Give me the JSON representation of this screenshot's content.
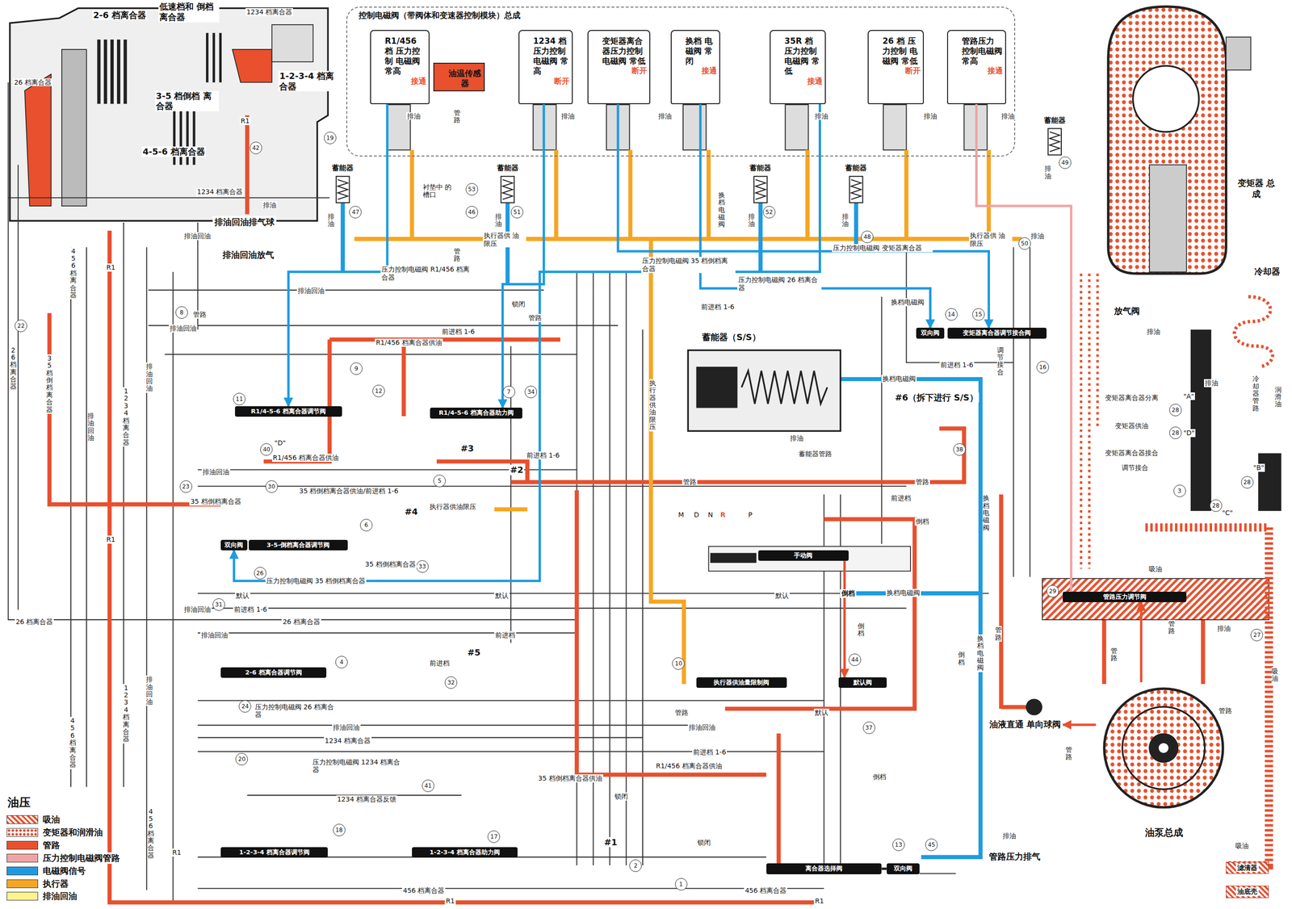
{
  "diagram": {
    "nodes": [
      {
        "text": [
          "控制电磁阀（带阀体和变速器控制模块）总成"
        ]
      },
      {
        "text": [
          "R1/456 档 压力控制 电磁阀 常高",
          "接通"
        ],
        "in": 0
      },
      {
        "text": [
          "油温传感器"
        ],
        "in": 0
      },
      {
        "text": [
          "1234 档 压力控制 电磁阀 常高",
          "断开"
        ],
        "in": 0
      },
      {
        "text": [
          "变矩器离合 器压力控制 电磁阀 常低",
          "断开"
        ],
        "in": 0
      },
      {
        "text": [
          "换档 电磁阀 常闭",
          "接通"
        ],
        "in": 0
      },
      {
        "text": [
          "35R 档 压力控制 电磁阀 常低",
          "接通"
        ],
        "in": 0
      },
      {
        "text": [
          "26 档 压力控制 电磁阀 常低",
          "断开"
        ],
        "in": 0
      },
      {
        "text": [
          "管路压力 控制电磁阀 常高",
          "接通"
        ],
        "in": 0
      },
      {
        "text": [
          "蓄能器"
        ]
      },
      {
        "text": [
          "蓄能器"
        ]
      },
      {
        "text": [
          "蓄能器"
        ]
      },
      {
        "text": [
          "蓄能器"
        ]
      },
      {
        "text": [
          "蓄能器"
        ]
      },
      {
        "text": [
          "蓄能器（S/S）"
        ]
      },
      {
        "text": [
          "R1/4-5-6 档离合器调节阀"
        ]
      },
      {
        "text": [
          "R1/4-5-6 档离合器助力阀"
        ]
      },
      {
        "text": [
          "双向阀"
        ]
      },
      {
        "text": [
          "变矩器离合器调节接合阀"
        ]
      },
      {
        "text": [
          "双向阀"
        ]
      },
      {
        "text": [
          "3-5-倒档离合器调节阀"
        ]
      },
      {
        "text": [
          "2-6 档离合器调节阀"
        ]
      },
      {
        "text": [
          "执行器供油量限制阀"
        ]
      },
      {
        "text": [
          "手动阀"
        ]
      },
      {
        "text": [
          "默认阀"
        ]
      },
      {
        "text": [
          "1-2-3-4 档离合器调节阀"
        ]
      },
      {
        "text": [
          "1-2-3-4 档离合器助力阀"
        ]
      },
      {
        "text": [
          "离合器选择阀"
        ]
      },
      {
        "text": [
          "双向阀"
        ]
      },
      {
        "text": [
          "管路压力调节阀"
        ]
      },
      {
        "text": [
          "油泵总成"
        ]
      },
      {
        "text": [
          "油液直通 单向球阀"
        ]
      },
      {
        "text": [
          "管路压力排气"
        ]
      },
      {
        "text": [
          "滤清器"
        ]
      },
      {
        "text": [
          "油底壳"
        ]
      },
      {
        "text": [
          "变矩器 总成"
        ]
      },
      {
        "text": [
          "冷却器"
        ]
      },
      {
        "text": [
          "放气阀"
        ]
      },
      {
        "text": [
          "排油回油排气球"
        ]
      },
      {
        "text": [
          "排油回油放气"
        ]
      }
    ],
    "edges": [
      {
        "from": 8,
        "to": 29,
        "arrow": "none"
      },
      {
        "from": 30,
        "to": 29,
        "arrow": "to"
      },
      {
        "from": 30,
        "to": 31,
        "arrow": "to"
      },
      {
        "from": 5,
        "to": 17,
        "arrow": "to"
      },
      {
        "from": 1,
        "to": 15,
        "arrow": "to"
      },
      {
        "from": 3,
        "to": 16,
        "arrow": "to"
      },
      {
        "from": 6,
        "to": 19,
        "arrow": "to"
      },
      {
        "from": 4,
        "to": 18,
        "arrow": "to"
      },
      {
        "from": 27,
        "to": 28,
        "arrow": "none"
      },
      {
        "from": 23,
        "to": 24,
        "arrow": "to",
        "label": "倒档"
      }
    ],
    "labels": [
      "2-6 档离合器",
      "低速档和 倒档离合器",
      "1234 档离合器",
      "3-5 档倒档 离合器",
      "4-5-6 档离合器",
      "1-2-3-4 档离合器",
      "26 档离合器",
      "19",
      "42",
      "R1",
      "1234 档离合器",
      "排油",
      "排油回油",
      "22",
      "26 档离合器",
      "35 档倒档离合器",
      "456 档离合器",
      "1234 档离合器",
      "R1",
      "排油回油",
      "排油回油",
      "管路",
      "8",
      "排油回油",
      "锁闭",
      "管路",
      "前进档 1-6",
      "R1/456 档离合器供油",
      "9",
      "12",
      "11",
      "40",
      "\"D\"",
      "R1/456 档离合器供油",
      "7",
      "34",
      "衬垫中 的槽口",
      "53",
      "46",
      "47",
      "51",
      "52",
      "48",
      "50",
      "49",
      "排油",
      "排油",
      "排油",
      "排油",
      "排油",
      "执行器供 油限压",
      "执行器供 油限压",
      "排油",
      "压力控制电磁阀 R1/456 档离合器",
      "排油回油",
      "压力控制电磁阀 35 档倒档离合器",
      "压力控制电磁阀 26 档离合器",
      "压力控制电磁阀 变矩器离合器",
      "换档电磁阀",
      "前进档 1-6",
      "前进档 1-6",
      "换档电磁阀",
      "14",
      "15",
      "16",
      "#6（拆下进行 S/S）",
      "38",
      "蓄能器管路",
      "排油",
      "管路",
      "管路",
      "前进档",
      "#3",
      "#2",
      "前进档 1-6",
      "5",
      "执行器供油限压",
      "#4",
      "33",
      "6",
      "35 档倒档离合器供油/前进档 1-6",
      "35 档倒档离合器",
      "压力控制电磁阀 35 档倒档离合器",
      "26",
      "23",
      "30",
      "排油回油",
      "35 档倒档离合器",
      "默认",
      "默认",
      "默认",
      "31",
      "排油回油",
      "前进档 1-6",
      "26 档离合器",
      "26 档离合器",
      "排油回油",
      "前进档",
      "4",
      "24",
      "压力控制电磁阀 26 档离合器",
      "#5",
      "32",
      "前进档",
      "10",
      "管路",
      "排油回油",
      "默认",
      "44",
      "37",
      "换档电磁阀",
      "倒档",
      "M",
      "D",
      "N",
      "R",
      "P",
      "排油回油",
      "1234 档离合器",
      "前进档 1-6",
      "20",
      "压力控制电磁阀 1234 档离合器",
      "R1/456 档离合器供油",
      "35 档倒档离合器供油",
      "41",
      "1234 档离合器反馈",
      "18",
      "17",
      "#1",
      "2",
      "锁闭",
      "锁闭",
      "1",
      "13",
      "45",
      "456 档离合器",
      "456 档离合器",
      "R1",
      "R1",
      "倒档",
      "管路",
      "管路",
      "管路",
      "管路",
      "管路",
      "排油",
      "27",
      "29",
      "吸油",
      "吸油",
      "吸油",
      "排油",
      "3",
      "28",
      "\"A\"",
      "28",
      "\"D\"",
      "28",
      "\"B\"",
      "28",
      "\"C\"",
      "排油",
      "排油",
      "变矩器离合器分离",
      "变矩器供油",
      "变矩器离合器接合",
      "调节接合",
      "润滑油",
      "冷却器管路",
      "调节接合",
      "管路",
      "管路",
      "排油",
      "排油",
      "排油",
      "排油",
      "排油",
      "排油",
      "换档电磁阀",
      "执行器供油限压",
      "换档电磁阀",
      "换档电磁阀",
      "倒档",
      "倒档",
      "R1",
      "1234 档离合器",
      "排油回油",
      "456 档离合器",
      "456 档离合器",
      "R1",
      "油压"
    ],
    "legend": [
      {
        "text": "吸油"
      },
      {
        "text": "变矩器和润滑油"
      },
      {
        "text": "管路",
        "color": "#e8502e"
      },
      {
        "text": "压力控制电磁阀管路",
        "color": "#f0a3a3"
      },
      {
        "text": "电磁阀信号",
        "color": "#1e9be0"
      },
      {
        "text": "执行器",
        "color": "#f5a623"
      },
      {
        "text": "排油回油",
        "color": "#fff38a"
      }
    ]
  }
}
